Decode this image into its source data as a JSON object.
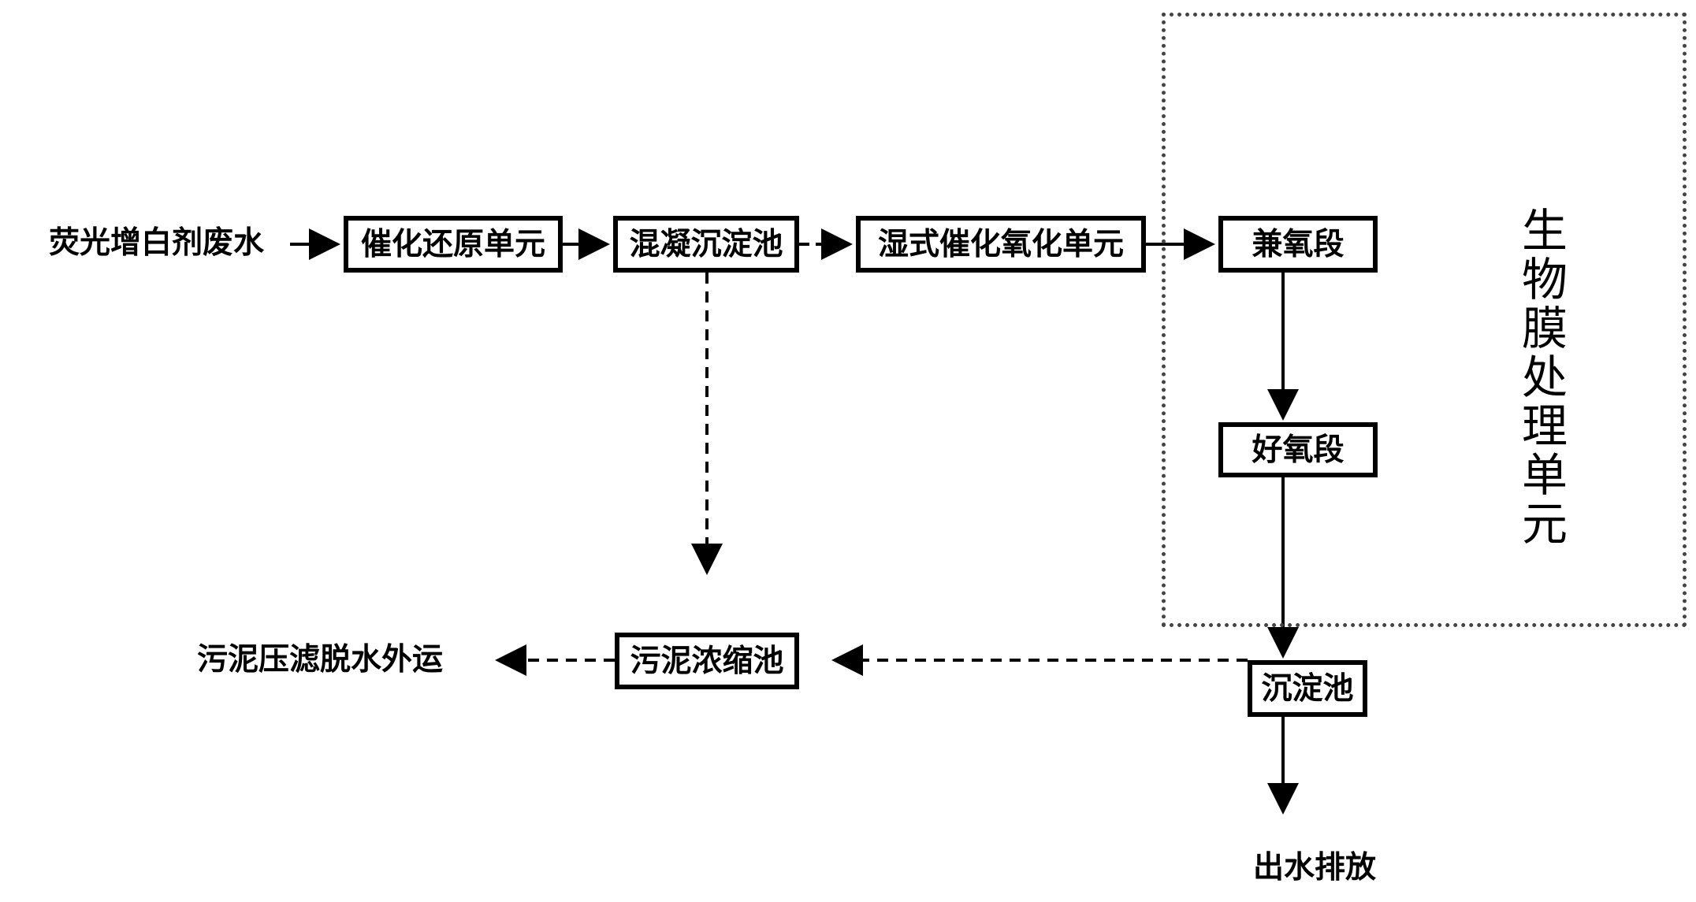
{
  "nodes": {
    "input": "荧光增白剂废水",
    "catalytic_reduction": "催化还原单元",
    "coagulation_sedimentation": "混凝沉淀池",
    "wet_catalytic_oxidation": "湿式催化氧化单元",
    "anoxic_stage": "兼氧段",
    "aerobic_stage": "好氧段",
    "sedimentation_tank": "沉淀池",
    "sludge_thickening": "污泥浓缩池",
    "sludge_output": "污泥压滤脱水外运",
    "effluent": "出水排放"
  },
  "group": {
    "label": "生物膜处理单元"
  }
}
